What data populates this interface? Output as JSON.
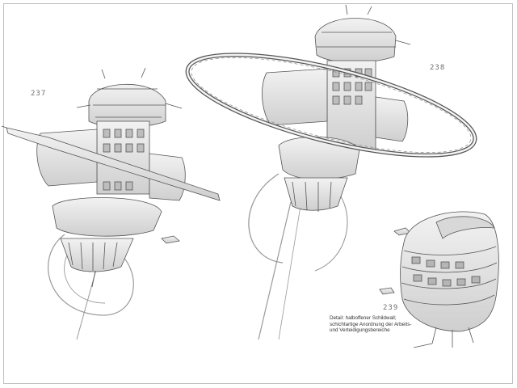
{
  "labels": {
    "station_1": "237",
    "station_2": "238",
    "station_3": "239"
  },
  "caption": {
    "lines": [
      "Detail: halboffener Schildwall;",
      "schichtartige Anordnung der Arbeits-",
      "und Verteidigungsbereiche"
    ]
  },
  "colors": {
    "ink": "#555555",
    "ink_light": "#9a9a9a",
    "shade": "#cfcfcf",
    "paper": "#ffffff"
  }
}
